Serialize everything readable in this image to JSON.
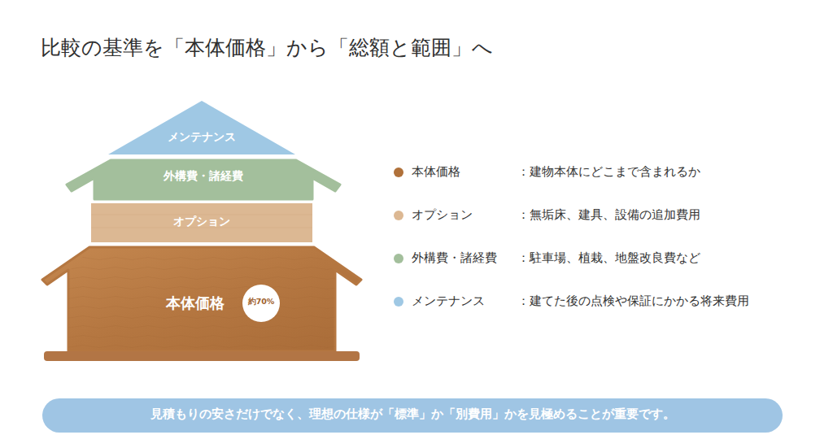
{
  "diagram": {
    "title": "比較の基準を「本体価格」から「総額と範囲」へ",
    "nodes": [
      {
        "text": [
          "メンテナンス"
        ]
      },
      {
        "text": [
          "外構費・諸経費"
        ]
      },
      {
        "text": [
          "オプション"
        ]
      },
      {
        "text": [
          "本体価格"
        ]
      },
      {
        "text": [
          "約70%"
        ],
        "in": 3
      },
      {
        "text": [
          "見積もりの安さだけでなく、理想の仕様が「標準」か「別費用」かを見極めることが重要です。"
        ]
      }
    ],
    "labels": [
      "：建物本体にどこまで含まれるか",
      "：無垢床、建具、設備の追加費用",
      "：駐車場、植栽、地盤改良費など",
      "：建てた後の点検や保証にかかる将来費用"
    ],
    "legend": [
      {
        "text": "本体価格",
        "color": "#b0713a"
      },
      {
        "text": "オプション",
        "color": "#dcb893"
      },
      {
        "text": "外構費・諸経費",
        "color": "#a3bf9c"
      },
      {
        "text": "メンテナンス",
        "color": "#9fc8e4"
      }
    ]
  }
}
